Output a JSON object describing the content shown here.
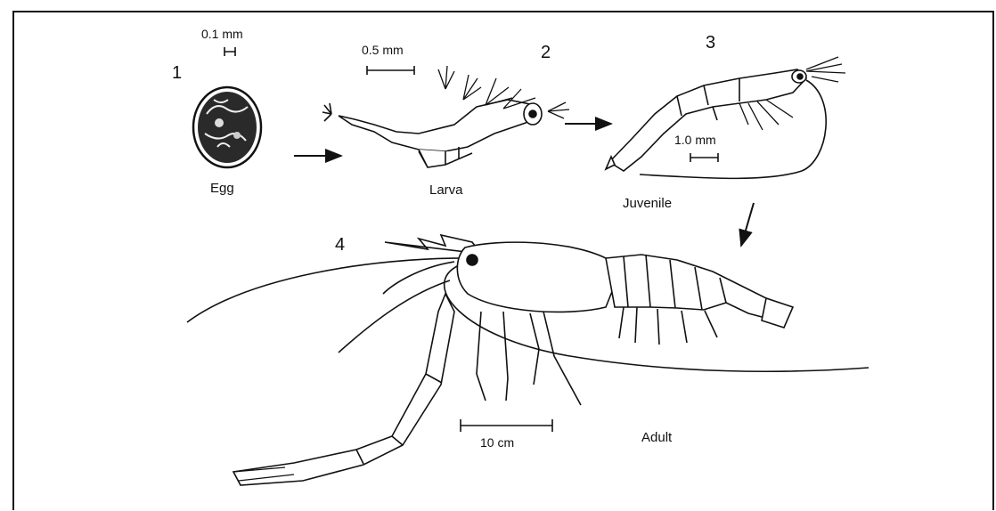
{
  "stages": [
    {
      "number": "1",
      "name": "Egg",
      "scale": "0.1 mm"
    },
    {
      "number": "2",
      "name": "Larva",
      "scale": "0.5 mm"
    },
    {
      "number": "3",
      "name": "Juvenile",
      "scale": "1.0 mm"
    },
    {
      "number": "4",
      "name": "Adult",
      "scale": "10 cm"
    }
  ]
}
